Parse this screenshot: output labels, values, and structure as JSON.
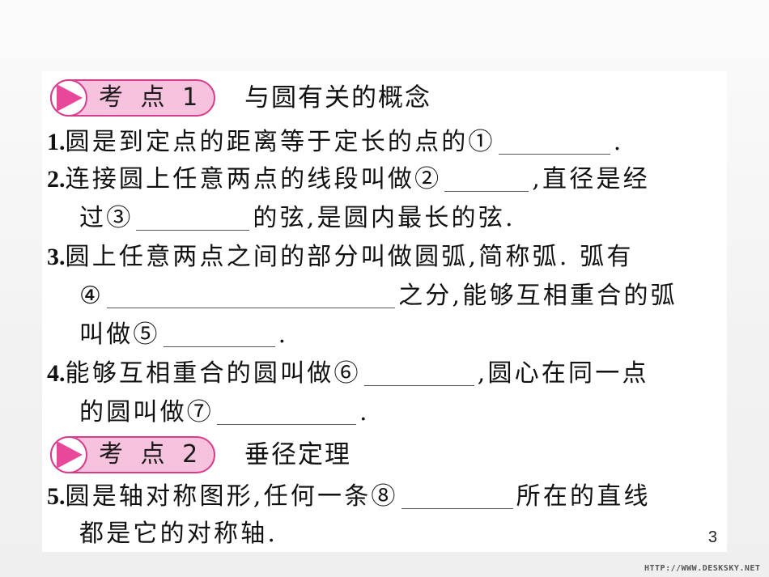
{
  "sections": [
    {
      "badge": {
        "label": "考 点 1"
      },
      "title": "与圆有关的概念"
    },
    {
      "badge": {
        "label": "考 点 2"
      },
      "title": "垂径定理"
    }
  ],
  "lines": {
    "l1": {
      "num": "1.",
      "a": "圆是到定点的距离等于定长的点的①",
      "b": "."
    },
    "l2": {
      "num": "2.",
      "a": "连接圆上任意两点的线段叫做②",
      "b": ",直径是经"
    },
    "l3": {
      "a": "过③",
      "b": "的弦,是圆内最长的弦."
    },
    "l4": {
      "num": "3.",
      "a": "圆上任意两点之间的部分叫做圆弧,简称弧. 弧有"
    },
    "l5": {
      "a": "④",
      "b": "之分,能够互相重合的弧"
    },
    "l6": {
      "a": "叫做⑤",
      "b": "."
    },
    "l7": {
      "num": "4.",
      "a": "能够互相重合的圆叫做⑥",
      "b": ",圆心在同一点"
    },
    "l8": {
      "a": "的圆叫做⑦",
      "b": "."
    },
    "l9": {
      "num": "5.",
      "a": "圆是轴对称图形,任何一条⑧",
      "b": "所在的直线"
    },
    "l10": {
      "a": "都是它的对称轴."
    }
  },
  "page_number": "3",
  "watermark": "HTTP://WWW.DESKSKY.NET",
  "colors": {
    "badge_border": "#d63d8c",
    "badge_fill": "#f7c2dd",
    "triangle": "#e8489a"
  }
}
